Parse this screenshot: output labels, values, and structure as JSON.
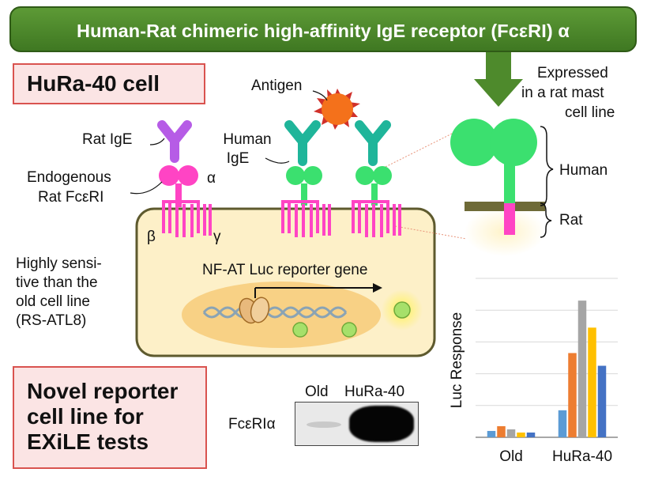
{
  "title": "Human-Rat chimeric high-affinity IgE receptor (FcεRI) α",
  "cell_badge": "HuRa-40 cell",
  "labels": {
    "antigen": "Antigen",
    "rat_ige": "Rat IgE",
    "human": "Human",
    "ige": "IgE",
    "endogenous": "Endogenous",
    "rat_fceri": "Rat FcεRI",
    "alpha": "α",
    "beta": "β",
    "gamma": "γ",
    "expressed_1": "Expressed",
    "expressed_2": "in a rat mast",
    "expressed_3": "cell line",
    "human_segment": "Human",
    "rat_segment": "Rat",
    "sensitive_1": "Highly sensi-",
    "sensitive_2": "tive than the",
    "sensitive_3": "old cell line",
    "sensitive_4": "(RS-ATL8)",
    "reporter": "NF-AT Luc reporter gene"
  },
  "novel_badge": [
    "Novel reporter",
    "cell line for",
    "EXiLE tests"
  ],
  "western_blot": {
    "lane_old": "Old",
    "lane_new": "HuRa-40",
    "row_label": "FcεRIα"
  },
  "colors": {
    "banner": "#4e8a2c",
    "magenta": "#ff44c4",
    "purple": "#b65ce6",
    "teal": "#1fb59a",
    "green": "#3be06f",
    "antigen": "#f4711b",
    "cell": "#fdf0c8"
  },
  "chart_data": {
    "type": "bar",
    "ylabel": "Luc Response",
    "xlabel": "",
    "categories": [
      "Old",
      "HuRa-40"
    ],
    "ylim": [
      0,
      100
    ],
    "grid": true,
    "legend": "none",
    "series_colors": [
      "#5b9bd5",
      "#ed7d31",
      "#a5a5a5",
      "#ffc000",
      "#4472c4"
    ],
    "values": [
      [
        4,
        7,
        5,
        3,
        3
      ],
      [
        17,
        53,
        86,
        69,
        45
      ]
    ]
  }
}
